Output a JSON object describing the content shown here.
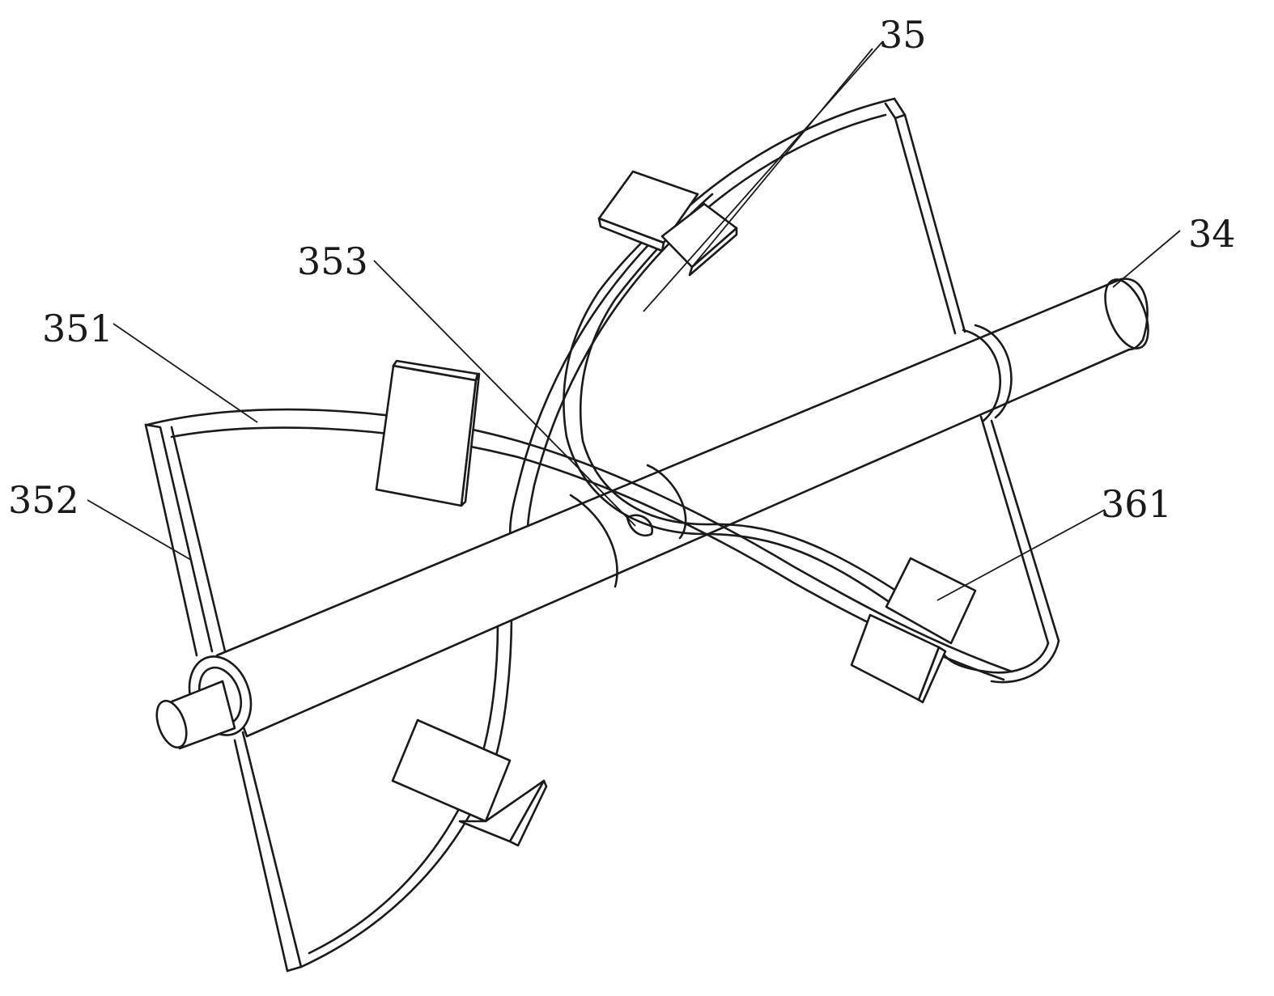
{
  "labels": {
    "l35": "35",
    "l34": "34",
    "l353": "353",
    "l351": "351",
    "l352": "352",
    "l361": "361"
  },
  "colors": {
    "line": "#1a1a1a",
    "background": "#ffffff"
  }
}
